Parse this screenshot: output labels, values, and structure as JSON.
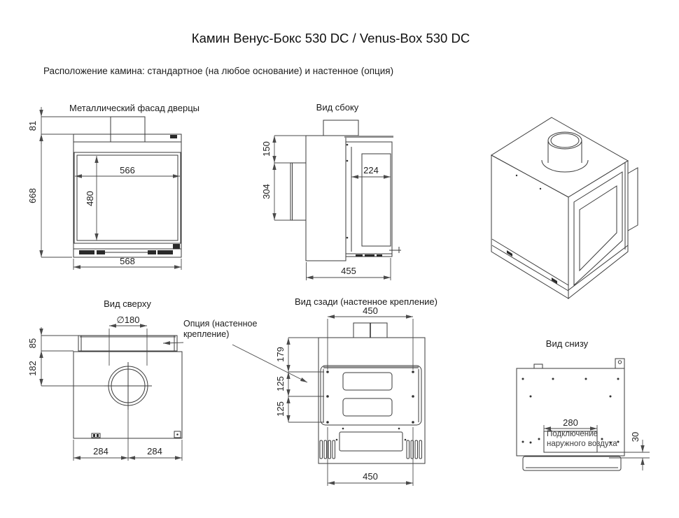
{
  "page": {
    "title": "Камин Венус-Бокс 530 DC / Venus-Box 530 DC",
    "subtitle": "Расположение камина: стандартное (на любое основание) и настенное (опция)"
  },
  "colors": {
    "line": "#3a3a3a",
    "dim": "#4a4a4a",
    "accent_gray": "#8e8e8e",
    "background": "#ffffff"
  },
  "views": {
    "front": {
      "label": "Металлический фасад дверцы",
      "dims": {
        "top_offset": "81",
        "total_height": "668",
        "opening_width": "566",
        "opening_height": "480",
        "overall_width": "568"
      }
    },
    "side": {
      "label": "Вид сбоку",
      "dims": {
        "top_to_bracket": "150",
        "bracket_height": "304",
        "glass_depth": "224",
        "overall_depth": "455"
      }
    },
    "top": {
      "label": "Вид сверху",
      "dims": {
        "flue_diameter": "∅180",
        "bar_depth": "85",
        "bar_to_flue_center": "182",
        "left_half_width": "284",
        "right_half_width": "284"
      }
    },
    "option_callout": {
      "label": "Опция (настенное крепление)"
    },
    "rear": {
      "label": "Вид сзади (настенное крепление)",
      "dims": {
        "mount_span_top": "450",
        "top_to_first_hole": "179",
        "hole_spacing_upper": "125",
        "hole_spacing_lower": "125",
        "mount_span_bottom": "450"
      }
    },
    "bottom": {
      "label": "Вид снизу",
      "note": "Подключение наружного воздуха",
      "dims": {
        "air_inlet_width": "280",
        "air_inlet_inset": "30"
      }
    }
  }
}
